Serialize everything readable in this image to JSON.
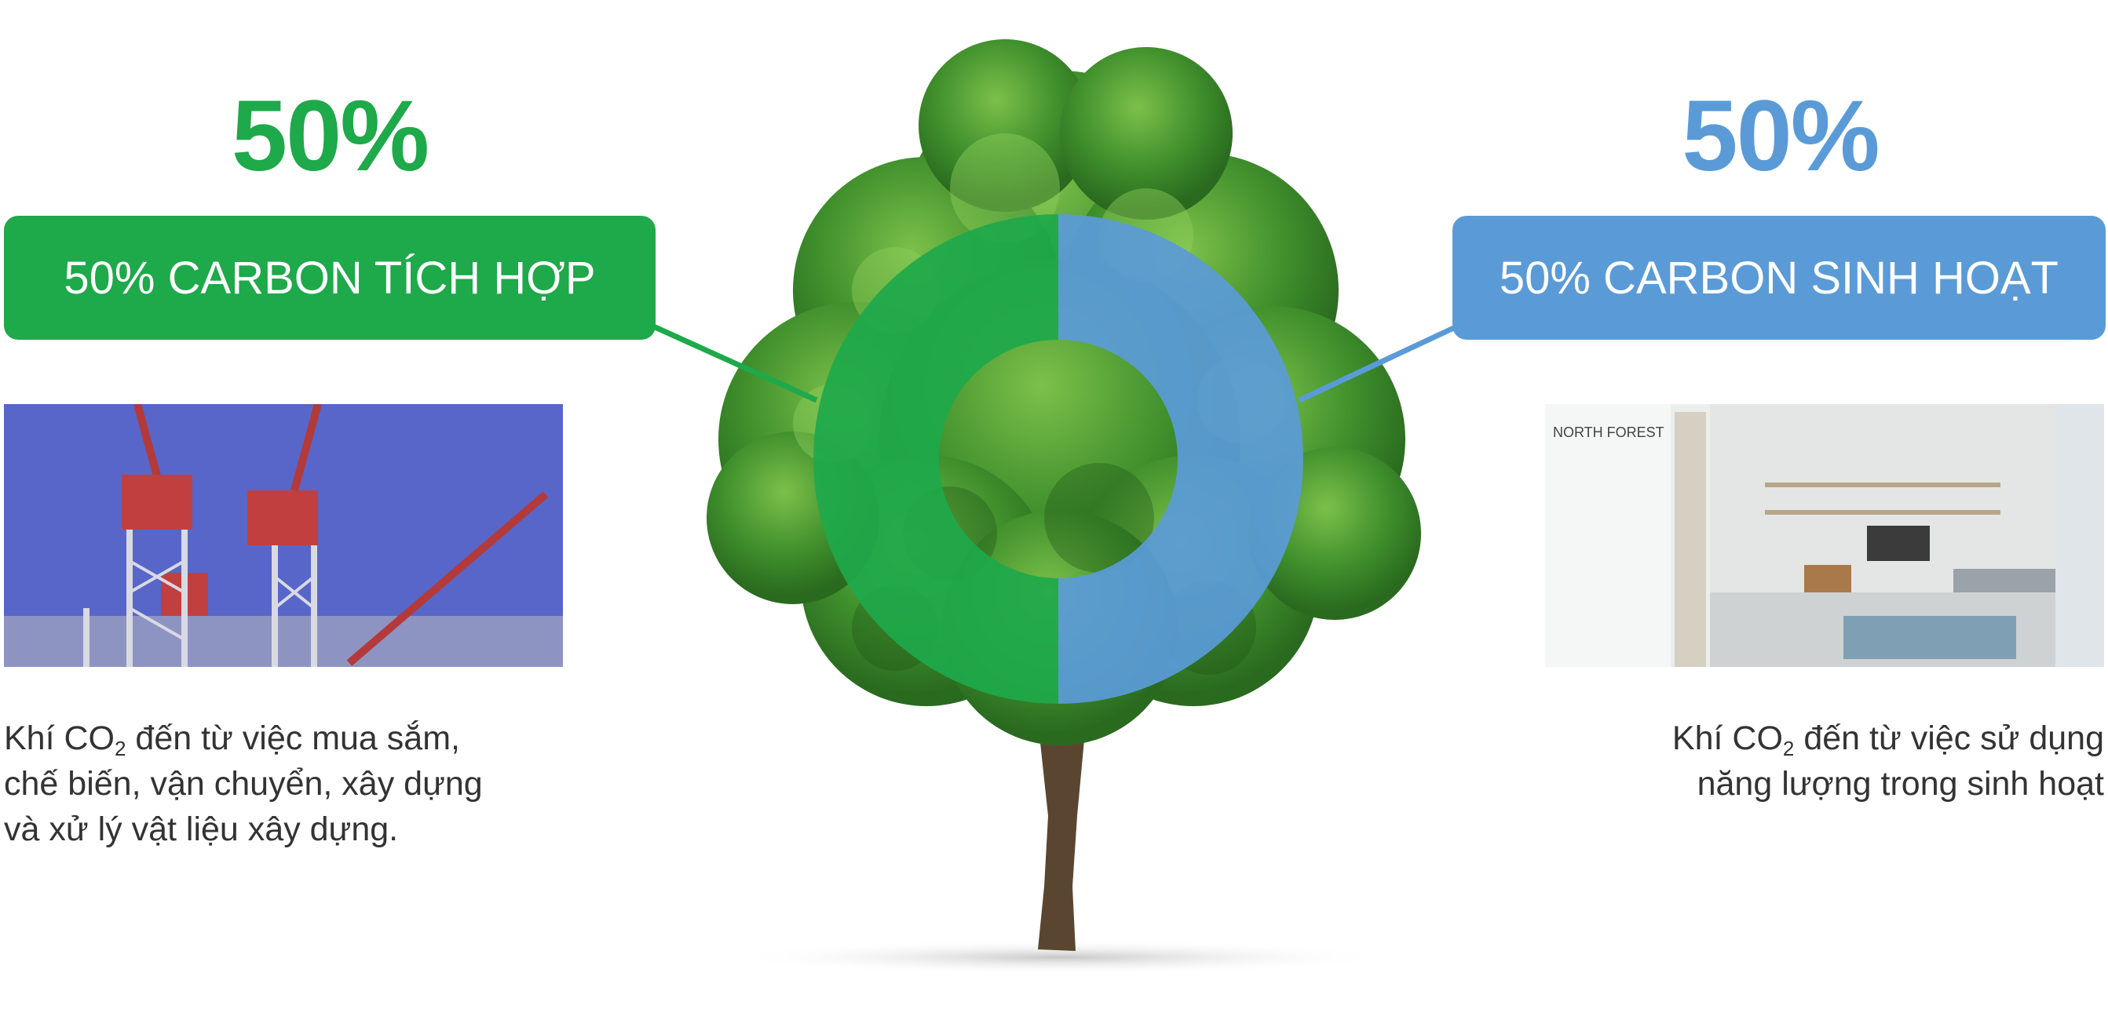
{
  "left": {
    "percent": "50%",
    "label": "50% CARBON TÍCH HỢP",
    "desc_before": "Khí CO",
    "desc_sub": "2",
    "desc_line1_after": " đến từ việc mua sắm,",
    "desc_line2": "chế biến, vận chuyển, xây dựng",
    "desc_line3": "và xử lý vật liệu xây dựng."
  },
  "right": {
    "percent": "50%",
    "label": "50% CARBON SINH HOẠT",
    "desc_before": "Khí CO",
    "desc_sub": "2",
    "desc_line1_after": " đến từ việc sử dụng",
    "desc_line2": "năng lượng trong sinh hoạt",
    "photo_sign": "NORTH FOREST"
  },
  "chart_data": {
    "type": "pie",
    "donut": true,
    "title": "",
    "categories": [
      "50% CARBON TÍCH HỢP",
      "50% CARBON SINH HOẠT"
    ],
    "values": [
      50,
      50
    ],
    "colors": [
      "#1ea94a",
      "#5a9bd7"
    ]
  },
  "colors": {
    "green": "#1ea94a",
    "blue": "#5a9bd7",
    "text": "#333333"
  },
  "icons": {
    "left_photo": "construction-cranes-photo",
    "right_photo": "living-room-photo",
    "center": "tree-illustration"
  }
}
